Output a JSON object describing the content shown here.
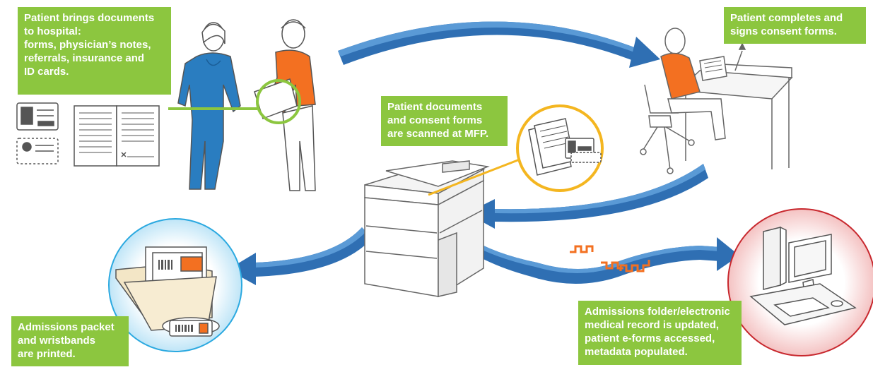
{
  "colors": {
    "callout_green": "#8cc63f",
    "arrow_blue": "#2f6fb3",
    "arrow_blue_light": "#5a9ad6",
    "scrub_blue": "#2a7dc0",
    "shirt_orange": "#f37021",
    "callout_ring_green": "#8cc63f",
    "callout_ring_yellow": "#f4b620",
    "computer_halo_red": "#c8282e",
    "printer_halo_blue": "#2ba9e0"
  },
  "callouts": {
    "bring_docs": [
      "Patient brings documents",
      "to hospital:",
      "forms, physician’s notes,",
      "referrals, insurance and",
      "ID cards."
    ],
    "consent": [
      "Patient completes and",
      "signs consent forms."
    ],
    "scanned": [
      "Patient documents",
      "and consent forms",
      "are scanned at MFP."
    ],
    "printed": [
      "Admissions packet",
      "and wristbands",
      "are printed."
    ],
    "record": [
      "Admissions folder/electronic",
      "medical record is updated,",
      "patient e-forms accessed,",
      "metadata populated."
    ]
  },
  "icons": {
    "id_cards": "id-card-icon",
    "paper_forms": "open-document-icon",
    "scanned_docs": "scanned-documents-icon",
    "folder": "admissions-folder-icon",
    "wristband": "wristband-icon",
    "computer": "computer-workstation-icon",
    "data_stream": "data-signal-icon"
  }
}
